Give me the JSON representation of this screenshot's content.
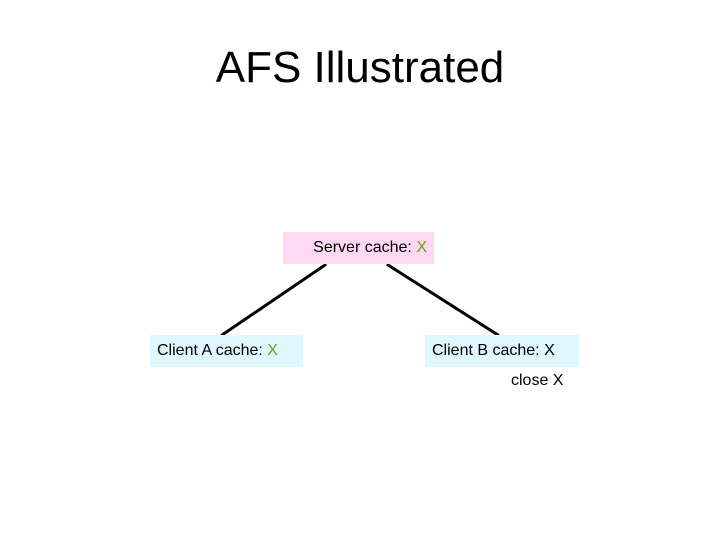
{
  "slide": {
    "title": "AFS Illustrated"
  },
  "colors": {
    "server_fill": "#ffd9f3",
    "client_fill": "#dff8ff",
    "stale_file_color": "#6b9f16",
    "connector_color": "#000000"
  },
  "server": {
    "label": "Server cache:",
    "file": "X",
    "file_color": "#6b9f16"
  },
  "client_a": {
    "label": "Client A cache:",
    "file": "X",
    "file_color": "#6b9f16"
  },
  "client_b": {
    "label": "Client B cache:",
    "file": "X",
    "file_color": "#000000"
  },
  "annotation": {
    "text": "close X"
  }
}
